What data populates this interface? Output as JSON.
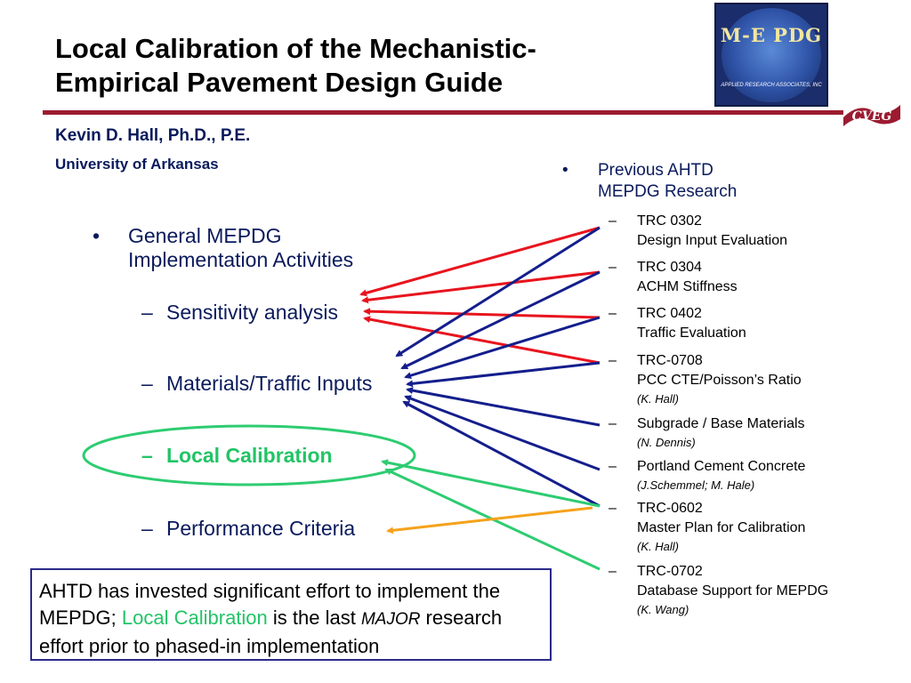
{
  "header": {
    "title_line1": "Local Calibration of the Mechanistic-",
    "title_line2": "Empirical Pavement Design Guide",
    "author": "Kevin D. Hall, Ph.D., P.E.",
    "affiliation": "University of Arkansas"
  },
  "logo": {
    "title": "M-E PDG",
    "subtitle": "APPLIED RESEARCH ASSOCIATES, INC",
    "badge": "CVEG"
  },
  "left": {
    "bullet_glyph": "•",
    "dash_glyph": "–",
    "bullet_line1": "General MEPDG",
    "bullet_line2": "Implementation Activities",
    "subitems": [
      {
        "label": "Sensitivity analysis"
      },
      {
        "label": "Materials/Traffic Inputs"
      },
      {
        "label": "Local Calibration"
      },
      {
        "label": "Performance Criteria"
      }
    ]
  },
  "right": {
    "bullet_line1": "Previous AHTD",
    "bullet_line2": "MEPDG Research",
    "items": [
      {
        "line1": "TRC 0302",
        "line2": "Design Input Evaluation",
        "note": ""
      },
      {
        "line1": "TRC 0304",
        "line2": "ACHM Stiffness",
        "note": ""
      },
      {
        "line1": "TRC 0402",
        "line2": "Traffic Evaluation",
        "note": ""
      },
      {
        "line1": "TRC-0708",
        "line2": "PCC CTE/Poisson’s Ratio",
        "note": "(K. Hall)"
      },
      {
        "line1": "Subgrade / Base Materials",
        "line2": "",
        "note": "(N. Dennis)"
      },
      {
        "line1": "Portland Cement Concrete",
        "line2": "",
        "note": "(J.Schemmel; M. Hale)"
      },
      {
        "line1": "TRC-0602",
        "line2": "Master Plan for Calibration",
        "note": "(K. Hall)"
      },
      {
        "line1": "TRC-0702",
        "line2": "Database Support for MEPDG",
        "note": "(K. Wang)"
      }
    ]
  },
  "callout": {
    "part1": "AHTD has invested significant effort to implement the MEPDG; ",
    "highlight": "Local Calibration",
    "part2": " is the last ",
    "emph": "MAJOR",
    "part3": " research effort prior to phased-in implementation"
  },
  "colors": {
    "rule": "#9b1b30",
    "arrow_red": "#e8141e",
    "arrow_blue": "#141e8c",
    "arrow_green": "#2ecc71",
    "arrow_orange": "#f5a21b",
    "text_navy": "#0a1a5c"
  }
}
